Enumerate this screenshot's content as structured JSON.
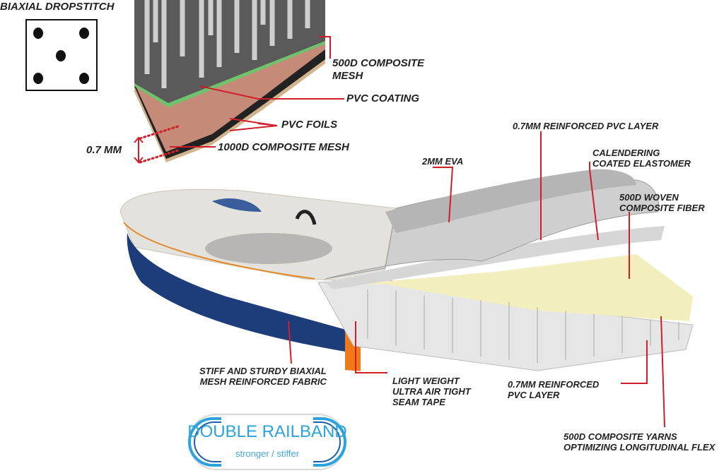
{
  "title": "BIAXIAL DROPSTITCH",
  "colors": {
    "leader": "#d01f2a",
    "accent": "#2ca3dc",
    "rail": "#1b3d78",
    "seam": "#f07a1a"
  },
  "mesh_labels": {
    "composite_mesh_500d": [
      "500D COMPOSITE",
      "MESH"
    ],
    "pvc_coating": "PVC COATING",
    "pvc_foils": "PVC FOILS",
    "thickness": "0.7 MM",
    "composite_mesh_1000d": "1000D COMPOSITE MESH"
  },
  "board_labels": {
    "top_pvc_layer": "0.7MM REINFORCED PVC LAYER",
    "eva": "2MM EVA",
    "elastomer": [
      "CALENDERING",
      "COATED ELASTOMER"
    ],
    "woven_fiber": [
      "500D WOVEN",
      "COMPOSITE FIBER"
    ],
    "rail_fabric": [
      "STIFF AND STURDY BIAXIAL",
      "MESH REINFORCED FABRIC"
    ],
    "seam_tape": [
      "LIGHT WEIGHT",
      "ULTRA AIR TIGHT",
      "SEAM TAPE"
    ],
    "bottom_pvc_layer": [
      "0.7MM REINFORCED",
      "PVC LAYER"
    ],
    "yarns": [
      "500D COMPOSITE YARNS",
      "OPTIMIZING LONGITUDINAL FLEX"
    ]
  },
  "badge": {
    "title": "DOUBLE RAILBAND",
    "subtitle": "stronger / stiffer"
  }
}
